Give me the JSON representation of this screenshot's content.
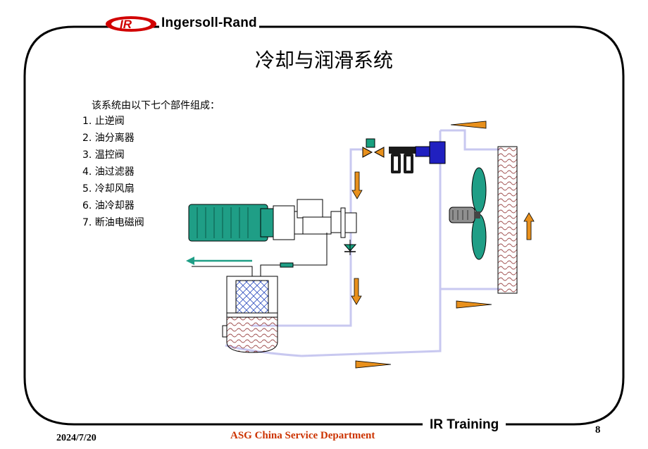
{
  "slide": {
    "brand": "Ingersoll-Rand",
    "logo_text": "IR",
    "title": "冷却与润滑系统",
    "intro": "该系统由以下七个部件组成：",
    "components": [
      "1. 止逆阀",
      "2. 油分离器",
      "3. 温控阀",
      "4. 油过滤器",
      "5. 冷却风扇",
      "6. 油冷却器",
      "7. 断油电磁阀"
    ]
  },
  "footer": {
    "date": "2024/7/20",
    "department": "ASG China  Service Department",
    "training": "IR Training",
    "page": "8"
  },
  "colors": {
    "motor": "#1f9e86",
    "pipe": "#c8c8f0",
    "arrow_fill": "#e8901c",
    "filter_dark": "#1a1a1a",
    "oil_pump": "#2020c0",
    "valve_green": "#18a080",
    "dept_text": "#cc3300"
  }
}
